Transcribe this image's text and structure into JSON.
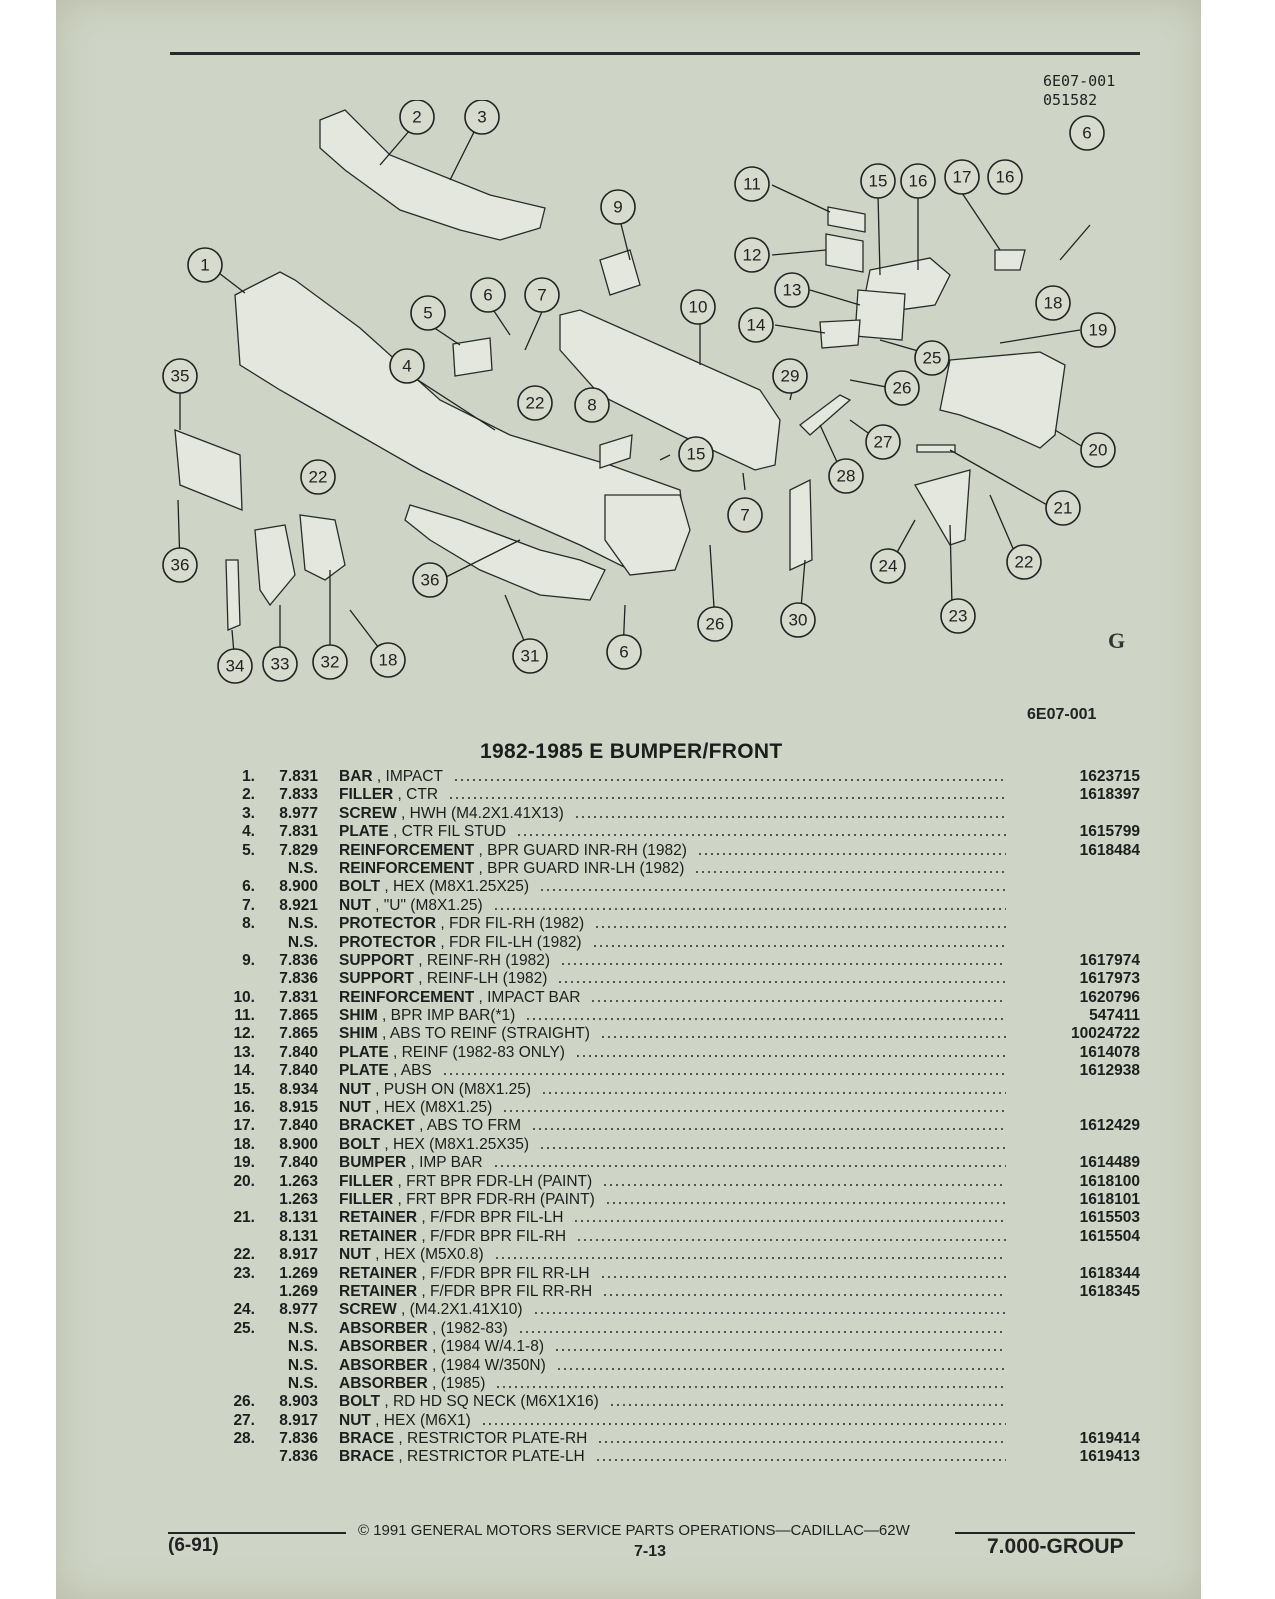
{
  "header": {
    "ref_code_1": "6E07-001",
    "ref_code_2": "051582"
  },
  "figure": {
    "id": "6E07-001",
    "brand_mark": "G",
    "callouts": [
      "1",
      "2",
      "3",
      "4",
      "5",
      "6",
      "7",
      "8",
      "9",
      "10",
      "11",
      "12",
      "13",
      "14",
      "15",
      "16",
      "17",
      "16",
      "18",
      "19",
      "20",
      "21",
      "22",
      "23",
      "24",
      "25",
      "26",
      "27",
      "28",
      "29",
      "30",
      "31",
      "32",
      "33",
      "34",
      "35",
      "36",
      "22",
      "36",
      "22",
      "18",
      "26",
      "7",
      "15",
      "6"
    ]
  },
  "section_title": "1982-1985 E BUMPER/FRONT",
  "parts": [
    {
      "num": "1.",
      "code": "7.831",
      "name": "BAR",
      "spec": "IMPACT",
      "pn": "1623715"
    },
    {
      "num": "2.",
      "code": "7.833",
      "name": "FILLER",
      "spec": "CTR",
      "pn": "1618397"
    },
    {
      "num": "3.",
      "code": "8.977",
      "name": "SCREW",
      "spec": "HWH (M4.2X1.41X13)",
      "pn": ""
    },
    {
      "num": "4.",
      "code": "7.831",
      "name": "PLATE",
      "spec": "CTR FIL STUD",
      "pn": "1615799"
    },
    {
      "num": "5.",
      "code": "7.829",
      "name": "REINFORCEMENT",
      "spec": "BPR GUARD INR-RH (1982)",
      "pn": "1618484"
    },
    {
      "num": "",
      "code": "N.S.",
      "name": "REINFORCEMENT",
      "spec": "BPR GUARD INR-LH (1982)",
      "pn": ""
    },
    {
      "num": "6.",
      "code": "8.900",
      "name": "BOLT",
      "spec": "HEX (M8X1.25X25)",
      "pn": ""
    },
    {
      "num": "7.",
      "code": "8.921",
      "name": "NUT",
      "spec": "\"U\" (M8X1.25)",
      "pn": ""
    },
    {
      "num": "8.",
      "code": "N.S.",
      "name": "PROTECTOR",
      "spec": "FDR FIL-RH (1982)",
      "pn": ""
    },
    {
      "num": "",
      "code": "N.S.",
      "name": "PROTECTOR",
      "spec": "FDR FIL-LH (1982)",
      "pn": ""
    },
    {
      "num": "9.",
      "code": "7.836",
      "name": "SUPPORT",
      "spec": "REINF-RH (1982)",
      "pn": "1617974"
    },
    {
      "num": "",
      "code": "7.836",
      "name": "SUPPORT",
      "spec": "REINF-LH (1982)",
      "pn": "1617973"
    },
    {
      "num": "10.",
      "code": "7.831",
      "name": "REINFORCEMENT",
      "spec": "IMPACT BAR",
      "pn": "1620796"
    },
    {
      "num": "11.",
      "code": "7.865",
      "name": "SHIM",
      "spec": "BPR IMP BAR(*1)",
      "pn": "547411"
    },
    {
      "num": "12.",
      "code": "7.865",
      "name": "SHIM",
      "spec": "ABS TO REINF (STRAIGHT)",
      "pn": "10024722"
    },
    {
      "num": "13.",
      "code": "7.840",
      "name": "PLATE",
      "spec": "REINF (1982-83 ONLY)",
      "pn": "1614078"
    },
    {
      "num": "14.",
      "code": "7.840",
      "name": "PLATE",
      "spec": "ABS",
      "pn": "1612938"
    },
    {
      "num": "15.",
      "code": "8.934",
      "name": "NUT",
      "spec": "PUSH ON (M8X1.25)",
      "pn": ""
    },
    {
      "num": "16.",
      "code": "8.915",
      "name": "NUT",
      "spec": "HEX (M8X1.25)",
      "pn": ""
    },
    {
      "num": "17.",
      "code": "7.840",
      "name": "BRACKET",
      "spec": "ABS TO FRM",
      "pn": "1612429"
    },
    {
      "num": "18.",
      "code": "8.900",
      "name": "BOLT",
      "spec": "HEX (M8X1.25X35)",
      "pn": ""
    },
    {
      "num": "19.",
      "code": "7.840",
      "name": "BUMPER",
      "spec": "IMP BAR",
      "pn": "1614489"
    },
    {
      "num": "20.",
      "code": "1.263",
      "name": "FILLER",
      "spec": "FRT BPR FDR-LH (PAINT)",
      "pn": "1618100"
    },
    {
      "num": "",
      "code": "1.263",
      "name": "FILLER",
      "spec": "FRT BPR FDR-RH (PAINT)",
      "pn": "1618101"
    },
    {
      "num": "21.",
      "code": "8.131",
      "name": "RETAINER",
      "spec": "F/FDR BPR FIL-LH",
      "pn": "1615503"
    },
    {
      "num": "",
      "code": "8.131",
      "name": "RETAINER",
      "spec": "F/FDR BPR FIL-RH",
      "pn": "1615504"
    },
    {
      "num": "22.",
      "code": "8.917",
      "name": "NUT",
      "spec": "HEX (M5X0.8)",
      "pn": ""
    },
    {
      "num": "23.",
      "code": "1.269",
      "name": "RETAINER",
      "spec": "F/FDR BPR FIL RR-LH",
      "pn": "1618344"
    },
    {
      "num": "",
      "code": "1.269",
      "name": "RETAINER",
      "spec": "F/FDR BPR FIL RR-RH",
      "pn": "1618345"
    },
    {
      "num": "24.",
      "code": "8.977",
      "name": "SCREW",
      "spec": "(M4.2X1.41X10)",
      "pn": ""
    },
    {
      "num": "25.",
      "code": "N.S.",
      "name": "ABSORBER",
      "spec": "(1982-83)",
      "pn": ""
    },
    {
      "num": "",
      "code": "N.S.",
      "name": "ABSORBER",
      "spec": "(1984 W/4.1-8)",
      "pn": ""
    },
    {
      "num": "",
      "code": "N.S.",
      "name": "ABSORBER",
      "spec": "(1984 W/350N)",
      "pn": ""
    },
    {
      "num": "",
      "code": "N.S.",
      "name": "ABSORBER",
      "spec": "(1985)",
      "pn": ""
    },
    {
      "num": "26.",
      "code": "8.903",
      "name": "BOLT",
      "spec": "RD HD SQ NECK (M6X1X16)",
      "pn": ""
    },
    {
      "num": "27.",
      "code": "8.917",
      "name": "NUT",
      "spec": "HEX (M6X1)",
      "pn": ""
    },
    {
      "num": "28.",
      "code": "7.836",
      "name": "BRACE",
      "spec": "RESTRICTOR PLATE-RH",
      "pn": "1619414"
    },
    {
      "num": "",
      "code": "7.836",
      "name": "BRACE",
      "spec": "RESTRICTOR PLATE-LH",
      "pn": "1619413"
    }
  ],
  "footer": {
    "copyright": "© 1991 GENERAL MOTORS SERVICE PARTS OPERATIONS—CADILLAC—62W",
    "date_code": "(6-91)",
    "page": "7-13",
    "group": "7.000-GROUP"
  }
}
